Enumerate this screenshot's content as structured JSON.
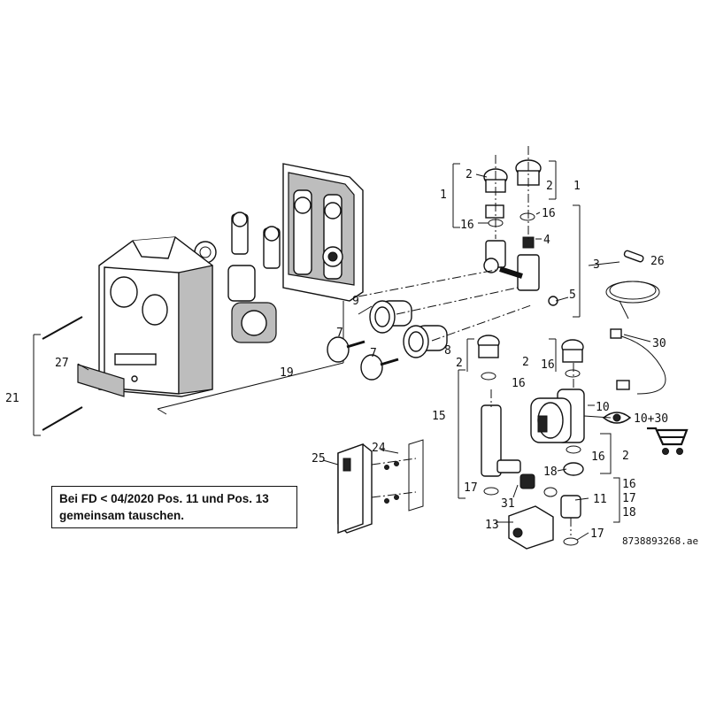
{
  "note": {
    "line1": "Bei FD < 04/2020 Pos. 11 und Pos. 13",
    "line2": "gemeinsam tauschen."
  },
  "document_id": "8738893268.ae",
  "callouts": {
    "c1a": "1",
    "c1b": "1",
    "c2a": "2",
    "c2b": "2",
    "c2c": "2",
    "c2d": "2",
    "c2e": "2",
    "c3": "3",
    "c4": "4",
    "c5": "5",
    "c7a": "7",
    "c7b": "7",
    "c8": "8",
    "c9": "9",
    "c10": "10",
    "c11": "11",
    "c13": "13",
    "c15": "15",
    "c16a": "16",
    "c16b": "16",
    "c16c": "16",
    "c16d": "16",
    "c16e": "16",
    "c16f": "16",
    "c17a": "17",
    "c17b": "17",
    "c17c": "17",
    "c18a": "18",
    "c18b": "18",
    "c19": "19",
    "c21": "21",
    "c24": "24",
    "c25": "25",
    "c26": "26",
    "c27": "27",
    "c30": "30",
    "c31": "31",
    "c1030": "10+30"
  }
}
